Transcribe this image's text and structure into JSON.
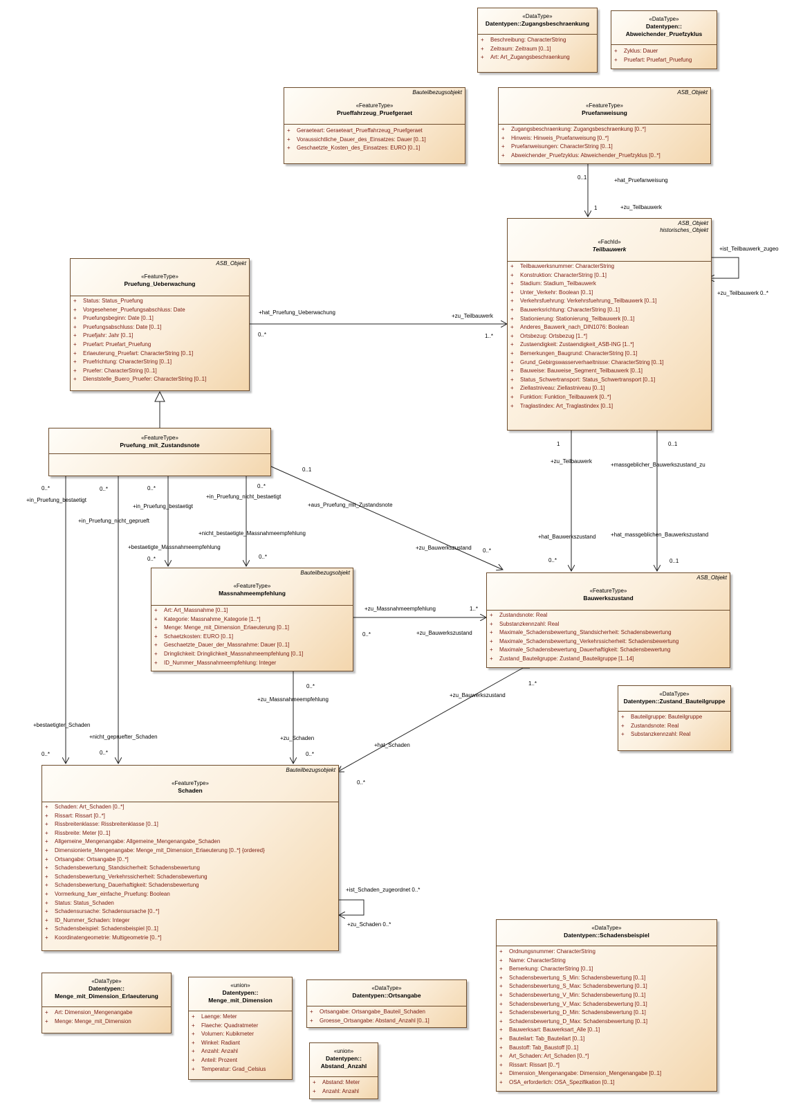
{
  "classes": {
    "zugangsbeschraenkung": {
      "stereotype": "«DataType»",
      "name": "Datentypen::Zugangsbeschraenkung",
      "attributes": [
        "Beschreibung: CharacterString",
        "Zeitraum: Zeitraum [0..1]",
        "Art: Art_Zugangsbeschraenkung"
      ]
    },
    "abweichender_pruefzyklus": {
      "stereotype": "«DataType»",
      "name_line1": "Datentypen::",
      "name_line2": "Abweichender_Pruefzyklus",
      "attributes": [
        "Zyklus: Dauer",
        "Pruefart: Pruefart_Pruefung"
      ]
    },
    "prueffahrzeug": {
      "tag": "Bauteilbezugsobjekt",
      "stereotype": "«FeatureType»",
      "name": "Prueffahrzeug_Pruefgeraet",
      "attributes": [
        "Geraeteart: Geraeteart_Prueffahrzeug_Pruefgeraet",
        "Voraussichtliche_Dauer_des_Einsatzes: Dauer [0..1]",
        "Geschaetzte_Kosten_des_Einsatzes: EURO [0..1]"
      ]
    },
    "pruefanweisung": {
      "tag": "ASB_Objekt",
      "stereotype": "«FeatureType»",
      "name": "Pruefanweisung",
      "attributes": [
        "Zugangsbeschraenkung: Zugangsbeschraenkung [0..*]",
        "Hinweis: Hinweis_Pruefanweisung [0..*]",
        "Pruefanweisungen: CharacterString [0..1]",
        "Abweichender_Pruefzyklus: Abweichender_Pruefzyklus [0..*]"
      ]
    },
    "teilbauwerk": {
      "tag_line1": "ASB_Objekt",
      "tag_line2": "historisches_Objekt",
      "stereotype": "«FachId»",
      "name": "Teilbauwerk",
      "attributes": [
        "Teilbauwerksnummer: CharacterString",
        "Konstruktion: CharacterString [0..1]",
        "Stadium: Stadium_Teilbauwerk",
        "Unter_Verkehr: Boolean [0..1]",
        "Verkehrsfuehrung: Verkehrsfuehrung_Teilbauwerk [0..1]",
        "Bauwerksrichtung: CharacterString [0..1]",
        "Stationierung: Stationierung_Teilbauwerk [0..1]",
        "Anderes_Bauwerk_nach_DIN1076: Boolean",
        "Ortsbezug: Ortsbezug [1..*]",
        "Zustaendigkeit: Zustaendigkeit_ASB-ING [1..*]",
        "Bemerkungen_Baugrund: CharacterString [0..1]",
        "Grund_Gebirgswasserverhaeltnisse: CharacterString [0..1]",
        "Bauweise: Bauweise_Segment_Teilbauwerk [0..1]",
        "Status_Schwertransport: Status_Schwertransport [0..1]",
        "Ziellastniveau: Ziellastniveau [0..1]",
        "Funktion: Funktion_Teilbauwerk [0..*]",
        "Traglastindex: Art_Traglastindex [0..1]"
      ]
    },
    "pruefung_ueberwachung": {
      "tag": "ASB_Objekt",
      "stereotype": "«FeatureType»",
      "name": "Pruefung_Ueberwachung",
      "attributes": [
        "Status: Status_Pruefung",
        "Vorgesehener_Pruefungsabschluss: Date",
        "Pruefungsbeginn: Date [0..1]",
        "Pruefungsabschluss: Date [0..1]",
        "Pruefjahr: Jahr [0..1]",
        "Pruefart: Pruefart_Pruefung",
        "Erlaeuterung_Pruefart: CharacterString [0..1]",
        "Pruefrichtung: CharacterString [0..1]",
        "Pruefer: CharacterString [0..1]",
        "Dienststelle_Buero_Pruefer: CharacterString [0..1]"
      ]
    },
    "pruefung_mit_zustandsnote": {
      "stereotype": "«FeatureType»",
      "name": "Pruefung_mit_Zustandsnote"
    },
    "massnahmeempfehlung": {
      "tag": "Bauteilbezugsobjekt",
      "stereotype": "«FeatureType»",
      "name": "Massnahmeempfehlung",
      "attributes": [
        "Art: Art_Massnahme [0..1]",
        "Kategorie: Massnahme_Kategorie [1..*]",
        "Menge: Menge_mit_Dimension_Erlaeuterung [0..1]",
        "Schaetzkosten: EURO [0..1]",
        "Geschaetzte_Dauer_der_Massnahme: Dauer [0..1]",
        "Dringlichkeit: Dringlichkeit_Massnahmeempfehlung [0..1]",
        "ID_Nummer_Massnahmeempfehlung: Integer"
      ]
    },
    "bauwerkszustand": {
      "tag": "ASB_Objekt",
      "stereotype": "«FeatureType»",
      "name": "Bauwerkszustand",
      "attributes": [
        "Zustandsnote: Real",
        "Substanzkennzahl: Real",
        "Maximale_Schadensbewertung_Standsicherheit: Schadensbewertung",
        "Maximale_Schadensbewertung_Verkehrssicherheit: Schadensbewertung",
        "Maximale_Schadensbewertung_Dauerhaftigkeit: Schadensbewertung",
        "Zustand_Bauteilgruppe: Zustand_Bauteilgruppe [1..14]"
      ]
    },
    "zustand_bauteilgruppe": {
      "stereotype": "«DataType»",
      "name": "Datentypen::Zustand_Bauteilgruppe",
      "attributes": [
        "Bauteilgruppe: Bauteilgruppe",
        "Zustandsnote: Real",
        "Substanzkennzahl: Real"
      ]
    },
    "schaden": {
      "tag": "Bauteilbezugsobjekt",
      "stereotype": "«FeatureType»",
      "name": "Schaden",
      "attributes": [
        "Schaden: Art_Schaden [0..*]",
        "Rissart: Rissart [0..*]",
        "Rissbreitenklasse: Rissbreitenklasse [0..1]",
        "Rissbreite: Meter [0..1]",
        "Allgemeine_Mengenangabe: Allgemeine_Mengenangabe_Schaden",
        "Dimensionierte_Mengenangabe: Menge_mit_Dimension_Erlaeuterung [0..*] {ordered}",
        "Ortsangabe: Ortsangabe [0..*]",
        "Schadensbewertung_Standsicherheit: Schadensbewertung",
        "Schadensbewertung_Verkehrssicherheit: Schadensbewertung",
        "Schadensbewertung_Dauerhaftigkeit: Schadensbewertung",
        "Vormerkung_fuer_einfache_Pruefung: Boolean",
        "Status: Status_Schaden",
        "Schadensursache: Schadensursache [0..*]",
        "ID_Nummer_Schaden: Integer",
        "Schadensbeispiel: Schadensbeispiel [0..1]",
        "Koordinatengeometrie: Multigeometrie [0..*]"
      ]
    },
    "menge_erlaeuterung": {
      "stereotype": "«DataType»",
      "name_line1": "Datentypen::",
      "name_line2": "Menge_mit_Dimension_Erlaeuterung",
      "attributes": [
        "Art: Dimension_Mengenangabe",
        "Menge: Menge_mit_Dimension"
      ]
    },
    "menge_mit_dimension": {
      "stereotype": "«union»",
      "name_line1": "Datentypen::",
      "name_line2": "Menge_mit_Dimension",
      "attributes": [
        "Laenge: Meter",
        "Flaeche: Quadratmeter",
        "Volumen: Kubikmeter",
        "Winkel: Radiant",
        "Anzahl: Anzahl",
        "Anteil: Prozent",
        "Temperatur: Grad_Celsius"
      ]
    },
    "ortsangabe": {
      "stereotype": "«DataType»",
      "name": "Datentypen::Ortsangabe",
      "attributes": [
        "Ortsangabe: Ortsangabe_Bauteil_Schaden",
        "Groesse_Ortsangabe: Abstand_Anzahl [0..1]"
      ]
    },
    "abstand_anzahl": {
      "stereotype": "«union»",
      "name_line1": "Datentypen::",
      "name_line2": "Abstand_Anzahl",
      "attributes": [
        "Abstand: Meter",
        "Anzahl: Anzahl"
      ]
    },
    "schadensbeispiel": {
      "stereotype": "«DataType»",
      "name": "Datentypen::Schadensbeispiel",
      "attributes": [
        "Ordnungsnummer: CharacterString",
        "Name: CharacterString",
        "Bemerkung: CharacterString [0..1]",
        "Schadensbewertung_S_Min: Schadensbewertung [0..1]",
        "Schadensbewertung_S_Max: Schadensbewertung [0..1]",
        "Schadensbewertung_V_Min: Schadensbewertung [0..1]",
        "Schadensbewertung_V_Max: Schadensbewertung [0..1]",
        "Schadensbewertung_D_Min: Schadensbewertung [0..1]",
        "Schadensbewertung_D_Max: Schadensbewertung [0..1]",
        "Bauwerksart: Bauwerksart_Alle [0..1]",
        "Bauteilart: Tab_Bauteilart [0..1]",
        "Baustoff: Tab_Baustoff [0..1]",
        "Art_Schaden: Art_Schaden [0..*]",
        "Rissart: Rissart [0..*]",
        "Dimension_Mengenangabe: Dimension_Mengenangabe [0..1]",
        "OSA_erforderlich: OSA_Spezifikation [0..1]"
      ]
    }
  },
  "labels": {
    "hat_pruefanweisung": "+hat_Pruefanweisung",
    "pa_mult_0_1": "0..1",
    "pa_mult_1": "1",
    "pa_zu_teilbauwerk": "+zu_Teilbauwerk",
    "ist_teilbauwerk_zugeordnet": "+ist_Teilbauwerk_zugeo",
    "self_zu_teilbauwerk": "+zu_Teilbauwerk 0..*",
    "hat_pruefung_ueberwachung": "+hat_Pruefung_Ueberwachung",
    "pu_mult_0": "0..*",
    "pu_zu_teilbauwerk": "+zu_Teilbauwerk",
    "pu_mult_1": "1..*",
    "mult_a": "0..*",
    "in_pruefung_bestaetigt_1": "+in_Pruefung_bestaetigt",
    "mult_b": "0..*",
    "in_pruefung_nicht_geprueft": "+in_Pruefung_nicht_geprueft",
    "mult_c": "0..*",
    "in_pruefung_bestaetigt_2": "+in_Pruefung_bestaetigt",
    "mult_d": "0..*",
    "in_pruefung_nicht_bestaetigt": "+in_Pruefung_nicht_bestaetigt",
    "nicht_bestaetigte_massnahme": "+nicht_bestaetigte_Massnahmeempfehlung",
    "bestaetigte_massnahme": "+bestaetigte_Massnahmeempfehlung",
    "mult_e": "0..*",
    "mult_f": "0..*",
    "pz_mult_0_1": "0..1",
    "aus_pruefung": "+aus_Pruefung_mit_Zustandsnote",
    "zu_bauwerkszustand_1": "+zu_Bauwerkszustand",
    "bz_mult_0": "0..*",
    "tb_mult_1": "1",
    "tb_zu_teilbauwerk": "+zu_Teilbauwerk",
    "massgeblicher": "+massgeblicher_Bauwerkszustand_zu",
    "tb_mult_0_1": "0..1",
    "hat_bauwerkszustand": "+hat_Bauwerkszustand",
    "bz_mult_0b": "0..*",
    "hat_massgeblichen": "+hat_massgeblichen_Bauwerkszustand",
    "bz_mult_0_1": "0..1",
    "zu_massnahmeempfehlung": "+zu_Massnahmeempfehlung",
    "me_mult_1": "1..*",
    "me_mult_0": "0..*",
    "zu_bauwerkszustand_2": "+zu_Bauwerkszustand",
    "me_mult_0b": "0..*",
    "zu_massnahmeempfehlung_2": "+zu_Massnahmeempfehlung",
    "zu_schaden": "+zu_Schaden",
    "sc_mult_0": "0..*",
    "bestaetigter_schaden": "+bestaetigter_Schaden",
    "sc_mult_0b": "0..*",
    "nicht_gepruefter_schaden": "+nicht_gepruefter_Schaden",
    "sc_mult_0c": "0..*",
    "bz_mult_1": "1..*",
    "zu_bauwerkszustand_3": "+zu_Bauwerkszustand",
    "hat_schaden": "+hat_Schaden",
    "sc_mult_0d": "0..*",
    "ist_schaden_zugeordnet": "+ist_Schaden_zugeordnet 0..*",
    "self_zu_schaden": "+zu_Schaden 0..*"
  },
  "colors": {
    "attribute_text": "#7a1a10",
    "border": "#6b4a2a",
    "fill_light": "#fffdf8",
    "fill_dark": "#f3d6ad"
  }
}
